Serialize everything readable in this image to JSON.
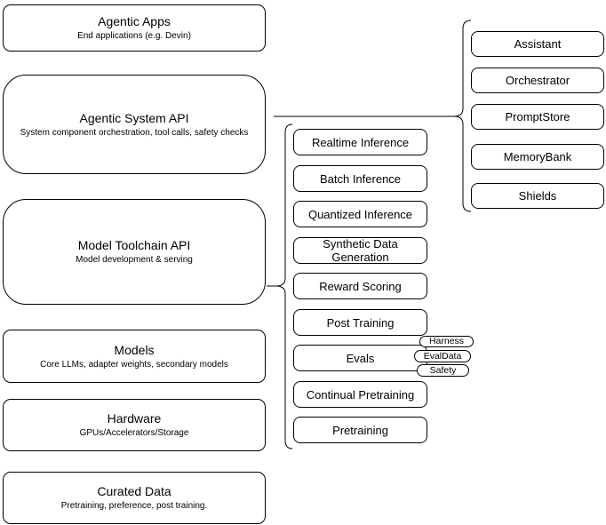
{
  "left_stack": [
    {
      "title": "Agentic Apps",
      "subtitle": "End applications (e.g. Devin)"
    },
    {
      "title": "Agentic System API",
      "subtitle": "System component orchestration, tool calls, safety checks"
    },
    {
      "title": "Model Toolchain API",
      "subtitle": "Model development & serving"
    },
    {
      "title": "Models",
      "subtitle": "Core LLMs, adapter weights, secondary models"
    },
    {
      "title": "Hardware",
      "subtitle": "GPUs/Accelerators/Storage"
    },
    {
      "title": "Curated Data",
      "subtitle": "Pretraining, preference, post training."
    }
  ],
  "toolchain_components": [
    "Realtime Inference",
    "Batch Inference",
    "Quantized Inference",
    "Synthetic Data Generation",
    "Reward Scoring",
    "Post Training",
    "Evals",
    "Continual Pretraining",
    "Pretraining"
  ],
  "evals_tags": [
    "Harness",
    "EvalData",
    "Safety"
  ],
  "system_components": [
    "Assistant",
    "Orchestrator",
    "PromptStore",
    "MemoryBank",
    "Shields"
  ],
  "colors": {
    "stroke": "#000000",
    "fill": "#ffffff",
    "background": "#ffffff"
  }
}
